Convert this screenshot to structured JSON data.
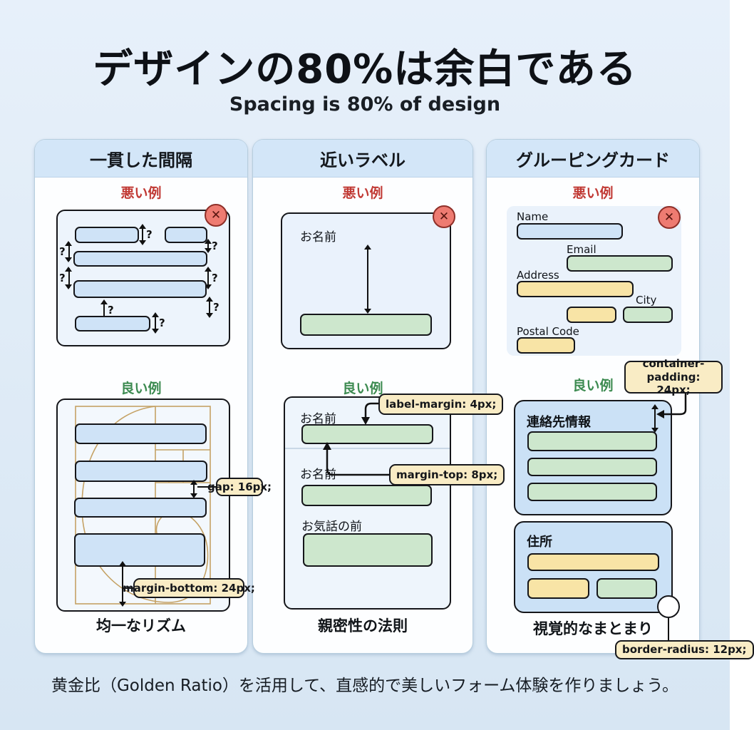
{
  "header": {
    "title": "デザインの80%は余白である",
    "subtitle": "Spacing is 80% of design"
  },
  "badges": {
    "bad": "悪い例",
    "good": "良い例",
    "x": "✕"
  },
  "marks": {
    "q": "?"
  },
  "panel1": {
    "title": "一貫した間隔",
    "caption": "均一なリズム",
    "gap_annotation": "gap: 16px;",
    "margin_annotation": "margin-bottom: 24px;"
  },
  "panel2": {
    "title": "近いラベル",
    "caption": "親密性の法則",
    "bad_field_label": "お名前",
    "good_fields": [
      "お名前",
      "お名前",
      "お気話の前"
    ],
    "label_margin_annotation": "label-margin: 4px;",
    "margin_top_annotation": "margin-top: 8px;"
  },
  "panel3": {
    "title": "グルーピングカード",
    "caption": "視覚的なまとまり",
    "bad_fields": {
      "name": "Name",
      "email": "Email",
      "address": "Address",
      "city": "City",
      "postal": "Postal Code"
    },
    "group1_title": "連絡先情報",
    "group2_title": "住所",
    "container_padding_annotation": "container-padding: 24px;",
    "border_radius_annotation": "border-radius: 12px;"
  },
  "footer": "黄金比（Golden Ratio）を活用して、直感的で美しいフォーム体験を作りましょう。",
  "colors": {
    "background_top": "#e7f0fa",
    "background_bottom": "#d7e6f3",
    "panel_header": "#d3e6f8",
    "bad_red": "#c13a35",
    "good_green": "#3d8b51",
    "bar_blue": "#cfe3f7",
    "bar_green": "#cde7cd",
    "bar_yellow": "#f8e4a6",
    "callout_bg": "#f9ecc5",
    "badge_bg": "#ee7b71",
    "golden_ratio_line": "#c5a265",
    "group_card_bg": "#cbe1f6"
  }
}
